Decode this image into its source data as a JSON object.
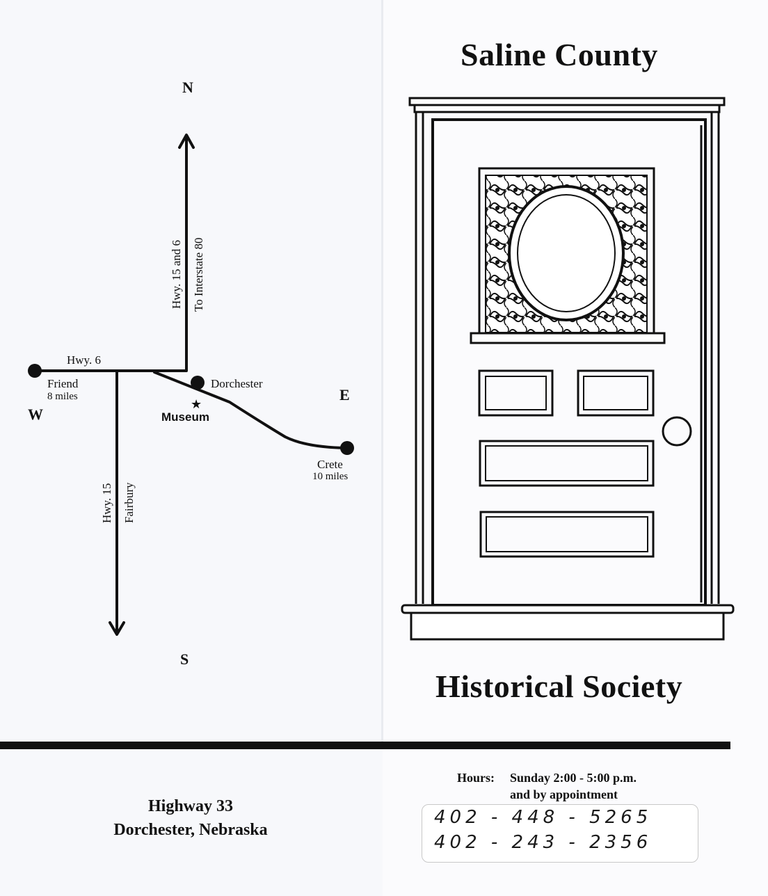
{
  "map": {
    "north": "N",
    "south": "S",
    "east": "E",
    "west": "W",
    "hwy6": "Hwy. 6",
    "hwy15and6": "Hwy. 15 and 6",
    "to_interstate": "To Interstate 80",
    "hwy15": "Hwy. 15",
    "fairbury": "Fairbury",
    "friend": "Friend",
    "friend_dist": "8 miles",
    "dorchester": "Dorchester",
    "museum": "Museum",
    "crete": "Crete",
    "crete_dist": "10 miles"
  },
  "address": {
    "line1": "Highway 33",
    "line2": "Dorchester, Nebraska"
  },
  "cover": {
    "title_top": "Saline County",
    "title_bottom": "Historical Society"
  },
  "hours": {
    "label": "Hours:",
    "line1": "Sunday 2:00 - 5:00 p.m.",
    "line2": "and by appointment"
  },
  "phones": [
    "402 - 448 - 5265",
    "402 - 243 - 2356"
  ]
}
